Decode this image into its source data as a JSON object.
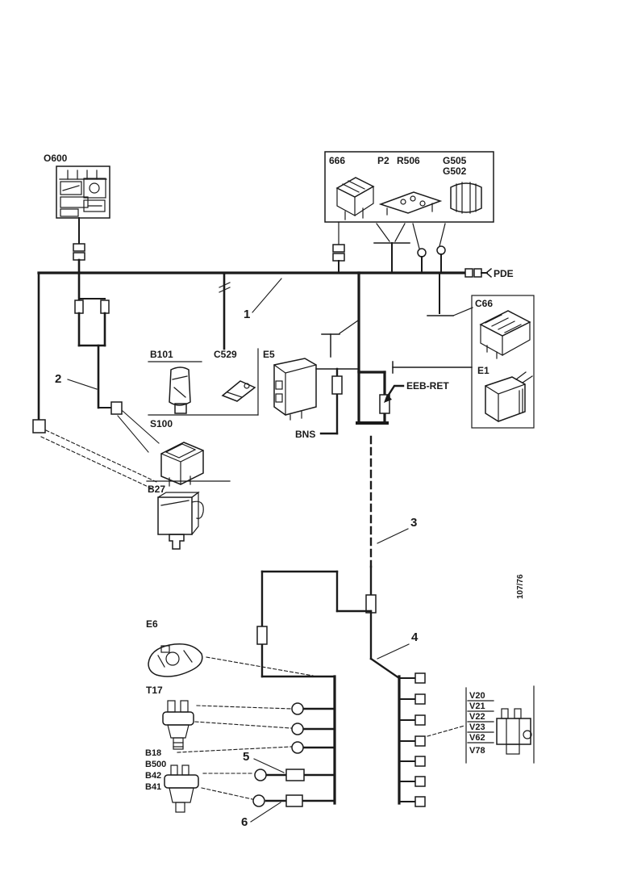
{
  "diagram": {
    "labels": {
      "o600": "O600",
      "pde": "PDE",
      "b101": "B101",
      "c529": "C529",
      "e5": "E5",
      "s100": "S100",
      "b27": "B27",
      "bns": "BNS",
      "eeb_ret": "EEB-RET",
      "c66": "C66",
      "e1": "E1",
      "e6": "E6",
      "t17": "T17"
    },
    "parts_box": {
      "p666": "666",
      "p2": "P2",
      "r506": "R506",
      "g505": "G505",
      "g502": "G502"
    },
    "b_stack": [
      "B18",
      "B500",
      "B42",
      "B41"
    ],
    "v_list": [
      "V20",
      "V21",
      "V22",
      "V23",
      "V62",
      "V78"
    ],
    "callouts": {
      "n1": "1",
      "n2": "2",
      "n3": "3",
      "n4": "4",
      "n5": "5",
      "n6": "6"
    },
    "note_vertical": "107/76",
    "colors": {
      "ink": "#1a1a1a",
      "paper": "#ffffff"
    }
  }
}
